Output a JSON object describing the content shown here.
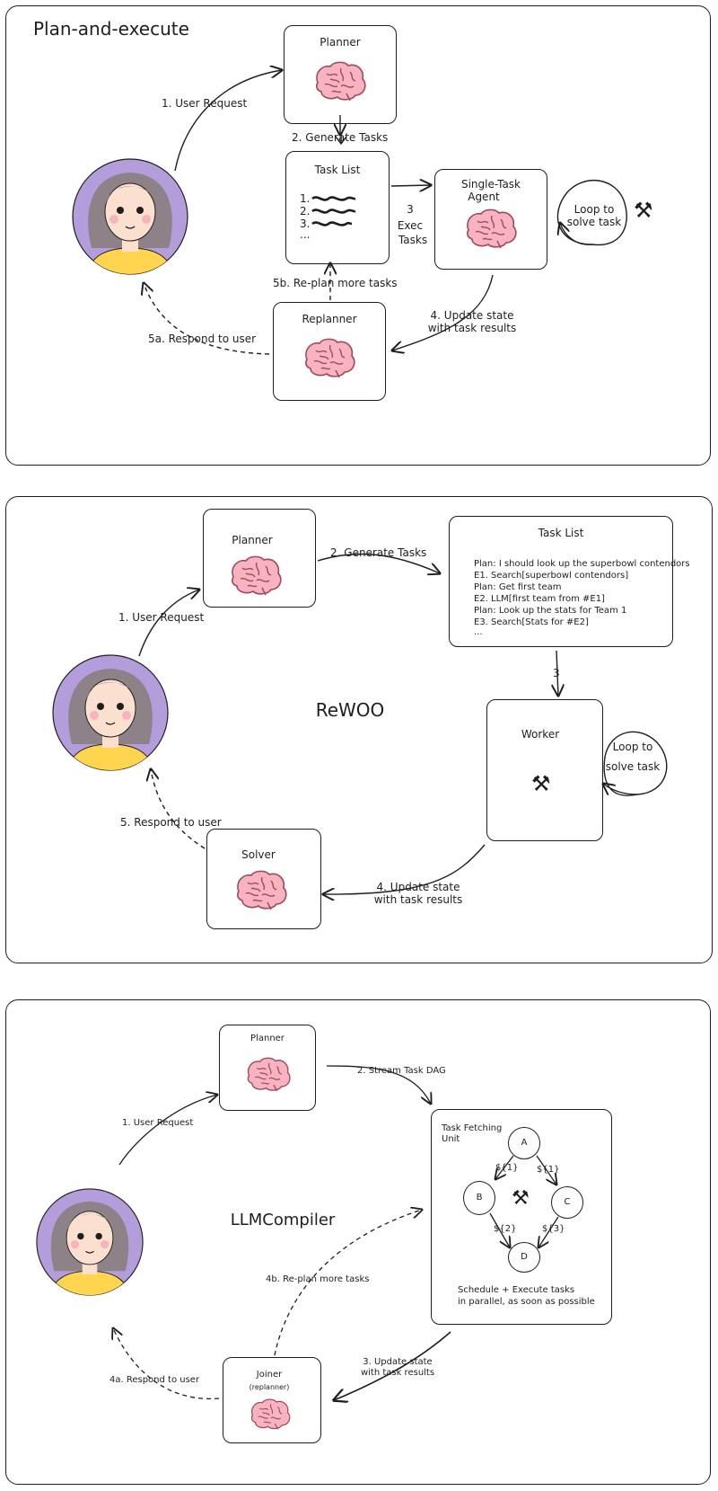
{
  "plan_execute": {
    "title": "Plan-and-execute",
    "planner": "Planner",
    "user_request": "1. User Request",
    "generate_tasks": "2. Generate Tasks",
    "task_list": "Task List",
    "list_items": [
      "1.",
      "2.",
      "3.",
      "..."
    ],
    "exec_tasks": [
      "3",
      "Exec",
      "Tasks"
    ],
    "agent": [
      "Single-Task",
      "Agent"
    ],
    "loop": [
      "Loop to",
      "solve task"
    ],
    "replan": "5b. Re-plan more tasks",
    "update": [
      "4. Update state",
      "with task results"
    ],
    "respond": "5a. Respond to user",
    "replanner": "Replanner"
  },
  "rewoo": {
    "title": "ReWOO",
    "planner": "Planner",
    "user_request": "1. User Request",
    "generate_tasks": "2. Generate Tasks",
    "task_list": "Task List",
    "list_lines": [
      "Plan: I should look up the superbowl contendors",
      "E1. Search[superbowl contendors]",
      "Plan: Get first team",
      "E2. LLM[first team from #E1]",
      "Plan: Look up the stats for Team 1",
      "E3. Search[Stats for #E2]",
      "..."
    ],
    "step3": "3",
    "worker": "Worker",
    "loop": [
      "Loop to",
      "solve task"
    ],
    "update": [
      "4. Update state",
      "with task results"
    ],
    "respond": "5. Respond to user",
    "solver": "Solver"
  },
  "llmcompiler": {
    "title": "LLMCompiler",
    "planner": "Planner",
    "user_request": "1. User Request",
    "stream": "2. Stream Task DAG",
    "unit": [
      "Task Fetching",
      "Unit"
    ],
    "nodes": [
      "A",
      "B",
      "C",
      "D"
    ],
    "edge_labels": [
      "${1}",
      "${1}",
      "${2}",
      "${3}"
    ],
    "schedule": [
      "Schedule + Execute tasks",
      "in parallel, as soon as possible"
    ],
    "replan": "4b. Re-plan more tasks",
    "update": [
      "3. Update state",
      "with task results"
    ],
    "respond": "4a. Respond to user",
    "joiner": "Joiner",
    "joiner_sub": "(replanner)"
  },
  "icons": {
    "brain": "brain-icon",
    "tools": "hammer-wrench-icon",
    "avatar": "user-avatar"
  },
  "colors": {
    "stroke": "#1e1e1e",
    "brain": "#f7b3bf",
    "brain_line": "#9c4a5c",
    "avatar_bg": "#b39ddb",
    "hair": "#8c8287",
    "skin": "#fbe0d0",
    "shirt": "#ffd54f"
  }
}
